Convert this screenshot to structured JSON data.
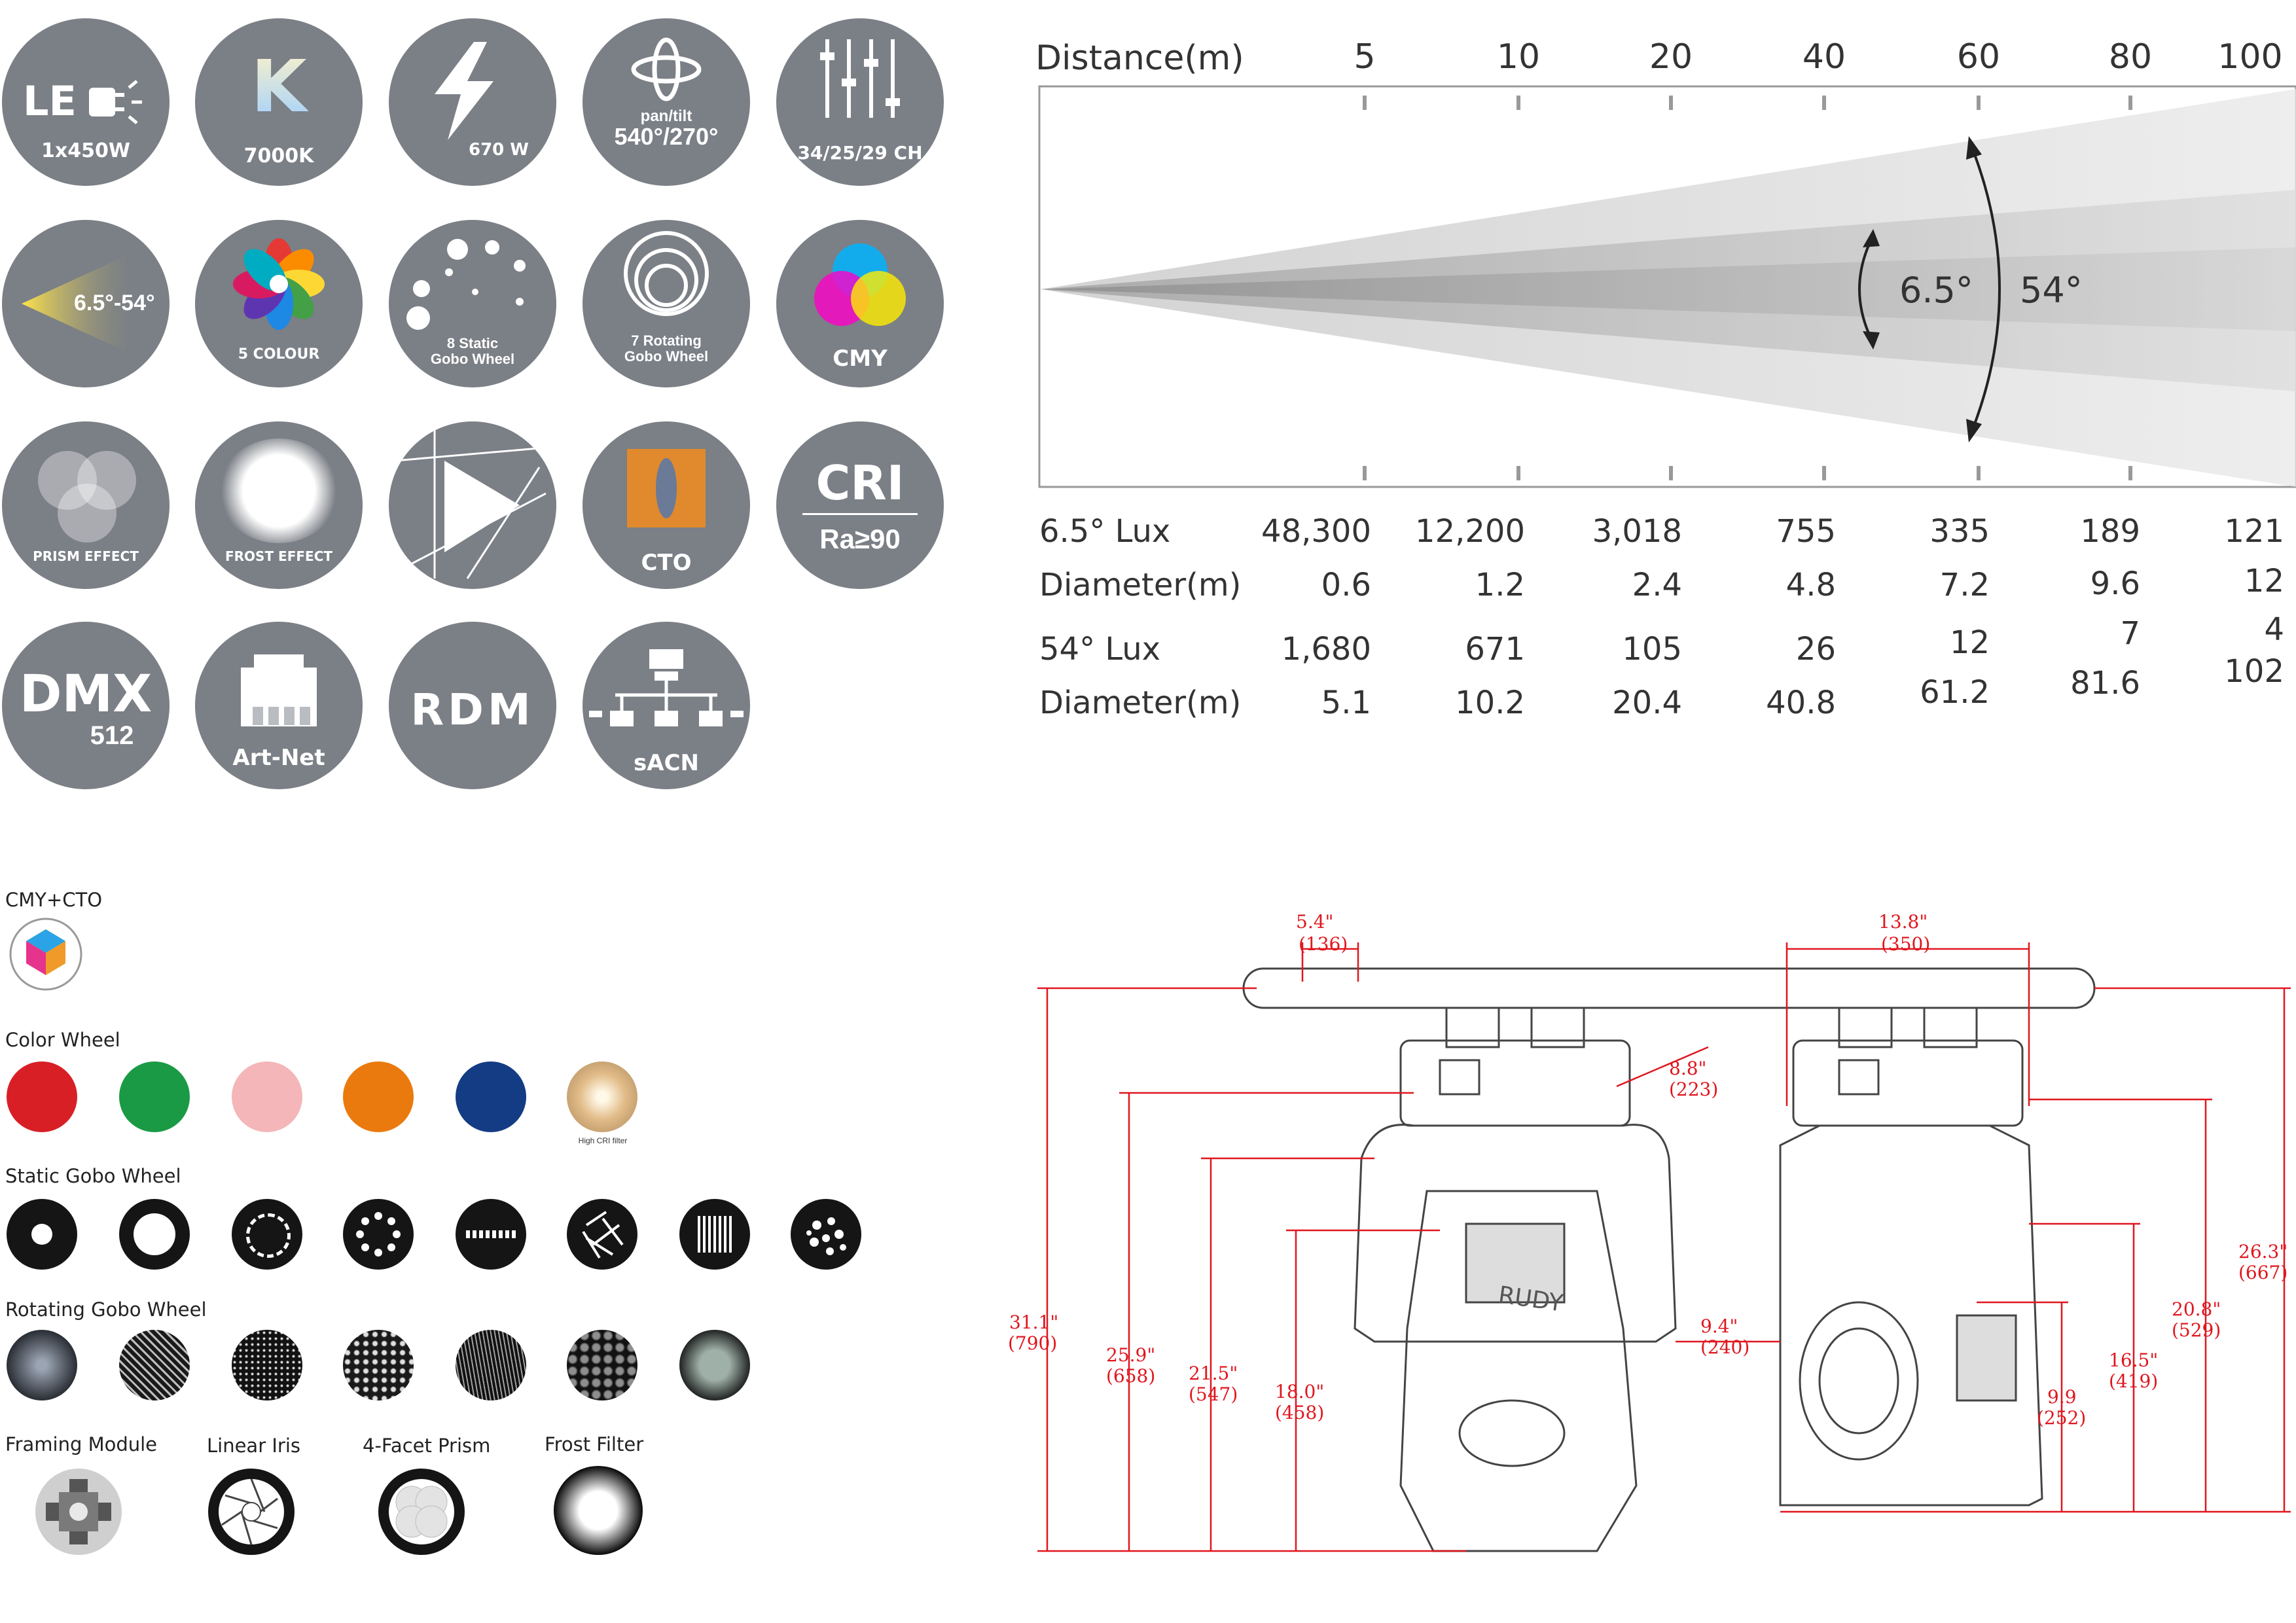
{
  "icons": {
    "led_label": "LE",
    "led_power": "1x450W",
    "k_letter": "K",
    "k_value": "7000K",
    "power": "670 W",
    "pan_tilt_label": "pan/tilt",
    "pan_tilt_value": "540°/270°",
    "channels": "34/25/29 CH",
    "zoom": "6.5°-54°",
    "colour": "5 COLOUR",
    "static_gobo_1": "8 Static",
    "static_gobo_2": "Gobo Wheel",
    "rot_gobo_1": "7 Rotating",
    "rot_gobo_2": "Gobo Wheel",
    "cmy": "CMY",
    "prism": "PRISM EFFECT",
    "frost": "FROST EFFECT",
    "cto": "CTO",
    "cri": "CRI",
    "cri_value": "Ra≥90",
    "dmx": "DMX",
    "dmx_num": "512",
    "artnet": "Art-Net",
    "rdm": "RDM",
    "sacn": "sACN"
  },
  "beam": {
    "distance_label": "Distance(m)",
    "distances": [
      "5",
      "10",
      "20",
      "40",
      "60",
      "80",
      "100"
    ],
    "angle_narrow": "6.5°",
    "angle_wide": "54°",
    "rows": [
      {
        "label": "6.5° Lux",
        "values": [
          "48,300",
          "12,200",
          "3,018",
          "755",
          "335",
          "189",
          "121"
        ]
      },
      {
        "label": "Diameter(m)",
        "values": [
          "0.6",
          "1.2",
          "2.4",
          "4.8",
          "7.2",
          "9.6",
          "12"
        ]
      },
      {
        "label": "54° Lux",
        "values": [
          "1,680",
          "671",
          "105",
          "26",
          "12",
          "7",
          "4"
        ]
      },
      {
        "label": "Diameter(m)",
        "values": [
          "5.1",
          "10.2",
          "20.4",
          "40.8",
          "61.2",
          "81.6",
          "102"
        ]
      }
    ]
  },
  "wheels": {
    "cmy_cto_label": "CMY+CTO",
    "color_wheel_label": "Color Wheel",
    "colors": [
      "#d81f26",
      "#1a9a45",
      "#f4b6b8",
      "#ea7a0e",
      "#133c84"
    ],
    "high_cri_label": "High CRI filter",
    "static_gobo_label": "Static Gobo Wheel",
    "rotating_gobo_label": "Rotating Gobo Wheel",
    "modules": [
      "Framing Module",
      "Linear Iris",
      "4-Facet Prism",
      "Frost Filter"
    ]
  },
  "dimensions": {
    "top_left": [
      "5.4\"",
      "(136)"
    ],
    "top_right": [
      "13.8\"",
      "(350)"
    ],
    "d_88": [
      "8.8\"",
      "(223)"
    ],
    "d_311": [
      "31.1\"",
      "(790)"
    ],
    "d_259": [
      "25.9\"",
      "(658)"
    ],
    "d_215": [
      "21.5\"",
      "(547)"
    ],
    "d_180": [
      "18.0\"",
      "(458)"
    ],
    "d_94": [
      "9.4\"",
      "(240)"
    ],
    "d_165": [
      "16.5\"",
      "(419)"
    ],
    "d_99": [
      "9.9",
      "(252)"
    ],
    "d_208": [
      "20.8\"",
      "(529)"
    ],
    "d_263": [
      "26.3\"",
      "(667)"
    ],
    "logo": "RUDY"
  }
}
